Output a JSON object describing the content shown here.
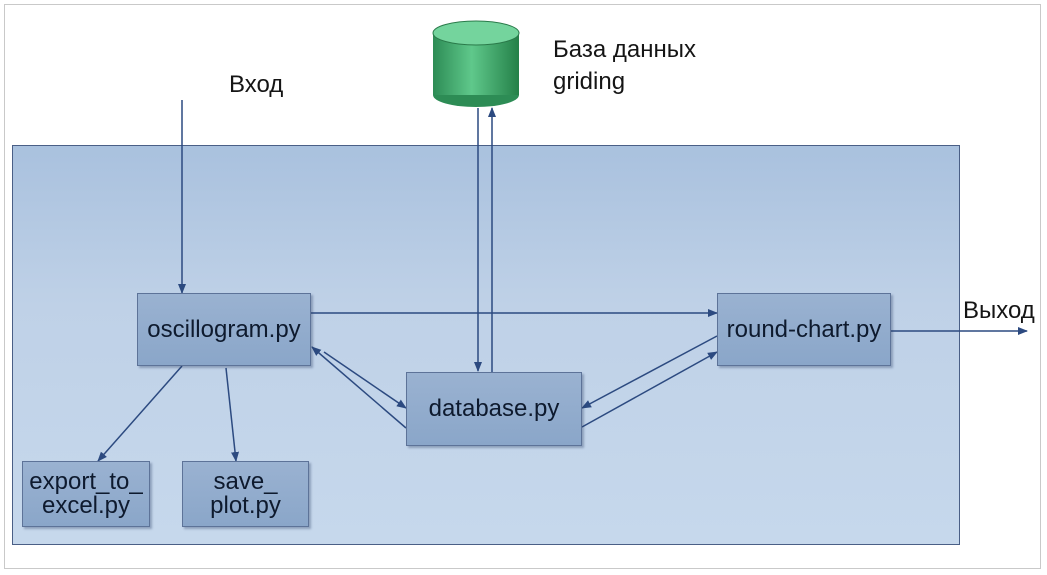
{
  "labels": {
    "input": "Вход",
    "output": "Выход",
    "database_line1": "База данных",
    "database_line2": "griding"
  },
  "modules": {
    "oscillogram": "oscillogram.py",
    "database": "database.py",
    "round_chart": "round-chart.py",
    "export_line1": "export_to_",
    "export_line2": "excel.py",
    "save_line1": "save_",
    "save_line2": "plot.py"
  },
  "colors": {
    "panel": "#bfd1e7",
    "box": "#8aa6c9",
    "arrow": "#2c4a80",
    "cylinder": "#3aa66a"
  }
}
